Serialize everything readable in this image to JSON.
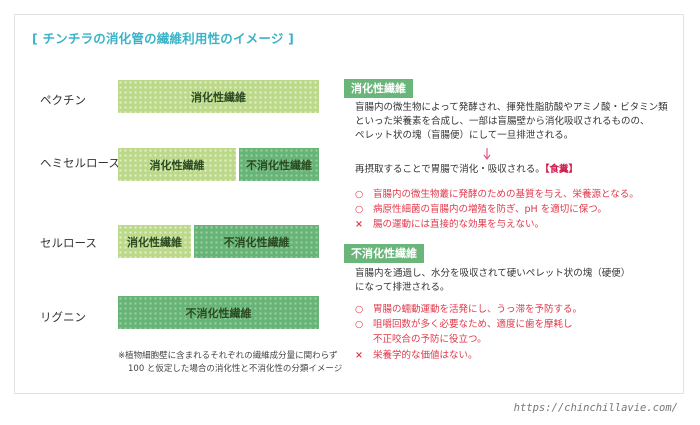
{
  "title": "[ チンチラの消化管の繊維利用性のイメージ ]",
  "rows": [
    {
      "label": "ペクチン",
      "segments": [
        {
          "text": "消化性繊維",
          "kind": "soluble",
          "fraction": 1.0
        }
      ]
    },
    {
      "label": "ヘミセルロース",
      "segments": [
        {
          "text": "消化性繊維",
          "kind": "soluble",
          "fraction": 0.59
        },
        {
          "text": "不消化性繊維",
          "kind": "insoluble",
          "fraction": 0.41
        }
      ]
    },
    {
      "label": "セルロース",
      "segments": [
        {
          "text": "消化性繊維",
          "kind": "soluble",
          "fraction": 0.37
        },
        {
          "text": "不消化性繊維",
          "kind": "insoluble",
          "fraction": 0.63
        }
      ]
    },
    {
      "label": "リグニン",
      "segments": [
        {
          "text": "不消化性繊維",
          "kind": "insoluble",
          "fraction": 1.0
        }
      ]
    }
  ],
  "note_lines": [
    "※植物細胞壁に含まれるそれぞれの繊維成分量に関わらず",
    "100 と仮定した場合の消化性と不消化性の分類イメージ"
  ],
  "colors": {
    "title": "#3ab3c8",
    "soluble": "#bcd98a",
    "insoluble": "#67b477",
    "accent_red": "#e0384a"
  },
  "soluble_section": {
    "tag": "消化性繊維",
    "desc": [
      "盲腸内の微生物によって発酵され、揮発性脂肪酸やアミノ酸・ビタミン類",
      "といった栄養素を合成し、一部は盲腸壁から消化吸収されるものの、",
      "ペレット状の塊（盲腸便）にして一旦排泄される。"
    ],
    "after_arrow": "再摂取することで胃腸で消化・吸収される。",
    "after_arrow_bold": "【食糞】",
    "points": [
      {
        "mark": "○",
        "text": "盲腸内の微生物叢に発酵のための基質を与え、栄養源となる。"
      },
      {
        "mark": "○",
        "text": "病原性細菌の盲腸内の増殖を防ぎ、pH を適切に保つ。"
      },
      {
        "mark": "×",
        "text": "腸の運動には直接的な効果を与えない。"
      }
    ]
  },
  "insoluble_section": {
    "tag": "不消化性繊維",
    "desc": [
      "盲腸内を通過し、水分を吸収されて硬いペレット状の塊（硬便）",
      "になって排泄される。"
    ],
    "points": [
      {
        "mark": "○",
        "text": "胃腸の蠕動運動を活発にし、うっ滞を予防する。"
      },
      {
        "mark": "○",
        "text": "咀嚼回数が多く必要なため、適度に歯を摩耗し"
      },
      {
        "mark": "",
        "text": "不正咬合の予防に役立つ。"
      },
      {
        "mark": "×",
        "text": "栄養学的な価値はない。"
      }
    ]
  },
  "url": "https://chinchillavie.com/"
}
